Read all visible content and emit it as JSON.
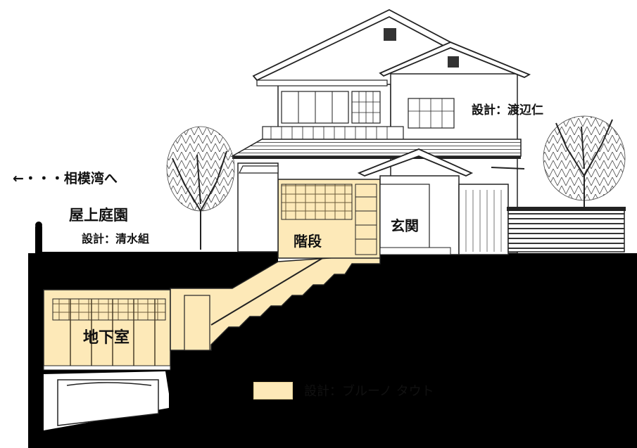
{
  "labels": {
    "direction": "←・・・相模湾へ",
    "roof_garden": "屋上庭園",
    "roof_garden_design": "設計：清水組",
    "stairs": "階段",
    "entrance": "玄関",
    "basement": "地下室",
    "house_design": "設計：渡辺仁"
  },
  "legend": {
    "label": "設計：ブルーノ タウト",
    "color": "#fde9b8"
  },
  "colors": {
    "ground": "#000000",
    "taut_area": "#fde9b8",
    "line": "#222222",
    "background": "#ffffff"
  }
}
